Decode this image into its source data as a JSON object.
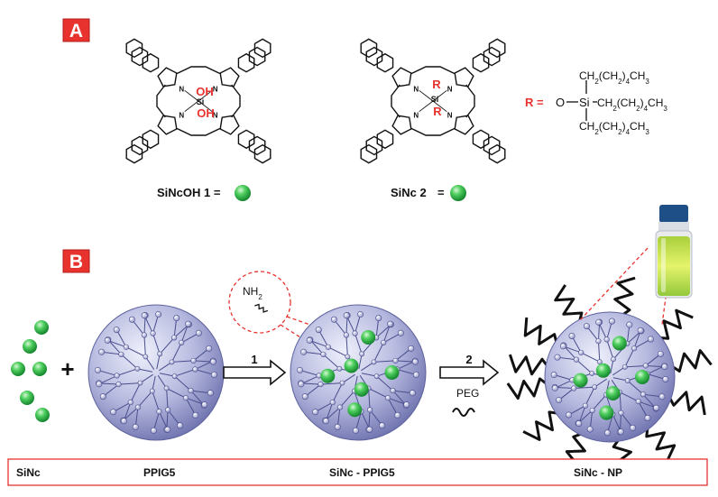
{
  "panel_a": {
    "badge": "A",
    "compound1": {
      "ligand_top": "OH",
      "ligand_bottom": "OH",
      "center": "Si",
      "label": "SiNcOH 1 ="
    },
    "compound2": {
      "ligand_top": "R",
      "ligand_bottom": "R",
      "center": "Si",
      "label": "SiNc 2",
      "equals": "="
    },
    "n_atom": "N",
    "r_group": {
      "r_label": "R =",
      "o": "O",
      "si": "Si",
      "chain_top": "CH2(CH2)4CH3",
      "chain_mid": "CH2(CH2)4CH3",
      "chain_bottom": "CH2(CH2)4CH3"
    }
  },
  "panel_b": {
    "badge": "B",
    "plus": "+",
    "nh2": "NH2",
    "step1": "1",
    "step2": "2",
    "peg": "PEG",
    "labels": [
      "SiNc",
      "PPIG5",
      "SiNc - PPIG5",
      "SiNc - NP"
    ]
  },
  "colors": {
    "badge_red": "#e8322e",
    "highlight_red": "#e8322e",
    "sphere_blue": "#8d90c4",
    "dendron_node": "#c9cbe6",
    "green_dot": "#2fb34a",
    "vial_liquid": "#c9e84a",
    "vial_cap": "#1e4f86"
  }
}
